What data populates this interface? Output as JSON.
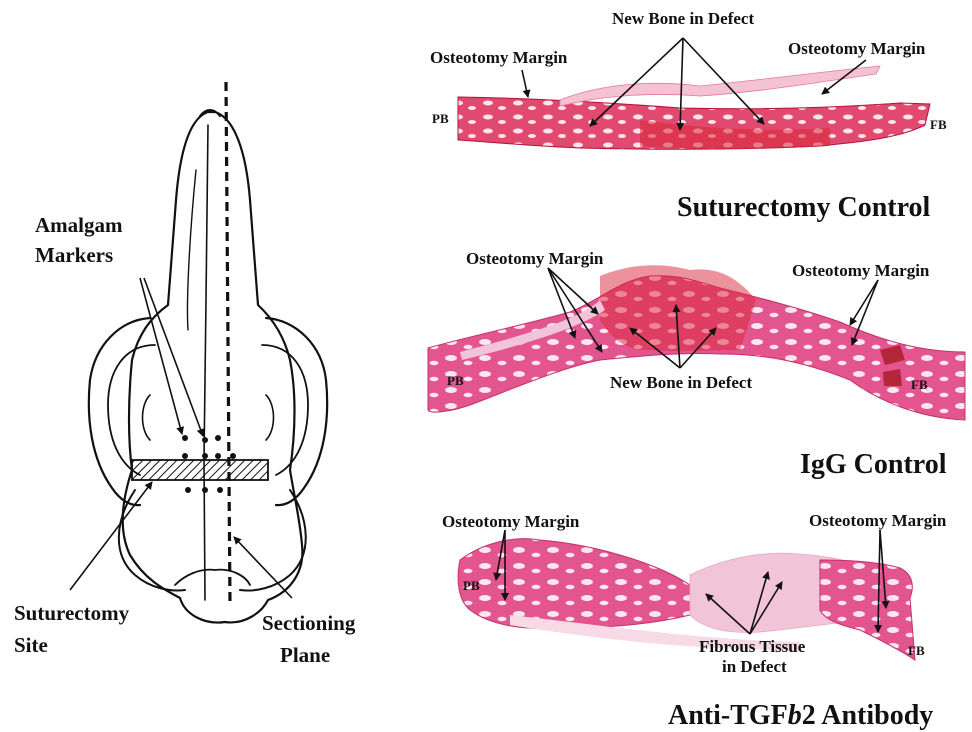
{
  "skull_labels": {
    "amalgam_line1": "Amalgam",
    "amalgam_line2": "Markers",
    "suturectomy_line1": "Suturectomy",
    "suturectomy_line2": "Site",
    "sectioning_line1": "Sectioning",
    "sectioning_line2": "Plane"
  },
  "panel1": {
    "title": "Suturectomy Control",
    "new_bone": "New Bone in Defect",
    "margin_left": "Osteotomy Margin",
    "margin_right": "Osteotomy Margin",
    "pb": "PB",
    "fb": "FB"
  },
  "panel2": {
    "title": "IgG Control",
    "margin_left": "Osteotomy Margin",
    "margin_right": "Osteotomy Margin",
    "new_bone": "New Bone in Defect",
    "pb": "PB",
    "fb": "FB"
  },
  "panel3": {
    "title_prefix": "Anti-TGF",
    "title_italic": "b",
    "title_suffix": "2 Antibody",
    "margin_left": "Osteotomy Margin",
    "margin_right": "Osteotomy Margin",
    "fibrous_line1": "Fibrous Tissue",
    "fibrous_line2": "in Defect",
    "pb": "PB",
    "fb": "FB"
  },
  "colors": {
    "tissue_pink": "#e8609a",
    "bone_red": "#d9263a",
    "fibrous_pale": "#f2c4d8"
  }
}
